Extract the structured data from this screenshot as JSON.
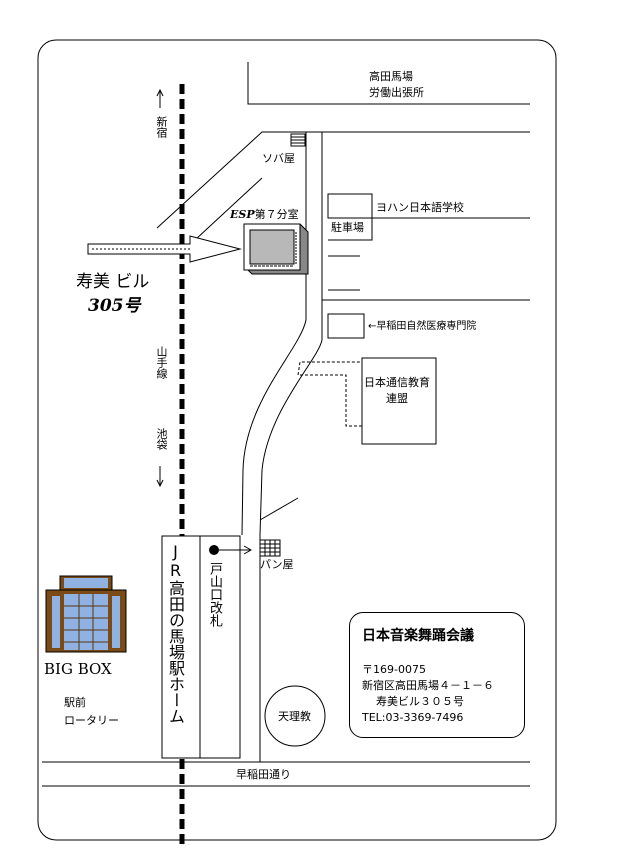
{
  "labels": {
    "shinjuku": "新宿",
    "yamanote": "山手線",
    "ikebukuro": "池袋",
    "labor_office": [
      "高田馬場",
      "労働出張所"
    ],
    "soba": "ソバ屋",
    "esp_room_prefix": "ESP",
    "esp_room_rest": "第７分室",
    "yohan": "ヨハン日本語学校",
    "parking": "駐車場",
    "waseda_college": "←早稲田自然医療専門院",
    "nippon_tsushin": [
      "日本通信教育",
      "連盟"
    ],
    "building_name": "寿美 ビル",
    "room_number": "305号",
    "station_platform": "JR高田の馬場駅ホーム",
    "toyama_gate": "戸山口改札",
    "bakery": "パン屋",
    "big_box": "BIG BOX",
    "ekimae_rotary": [
      "駅前",
      "ロータリー"
    ],
    "tenrikyo": "天理教",
    "waseda_dori": "早稲田通り"
  },
  "info_box": {
    "organization": "日本音楽舞踊会議",
    "postal_code": "〒169-0075",
    "address_line1": "新宿区高田馬場４－１－６",
    "address_line2": "寿美ビル３０５号",
    "tel": "TEL:03-3369-7496"
  },
  "colors": {
    "big_box_brown": "#7a4a17",
    "big_box_blue": "#8fb2e2",
    "esp_building_gray": "#b8b8b8"
  }
}
